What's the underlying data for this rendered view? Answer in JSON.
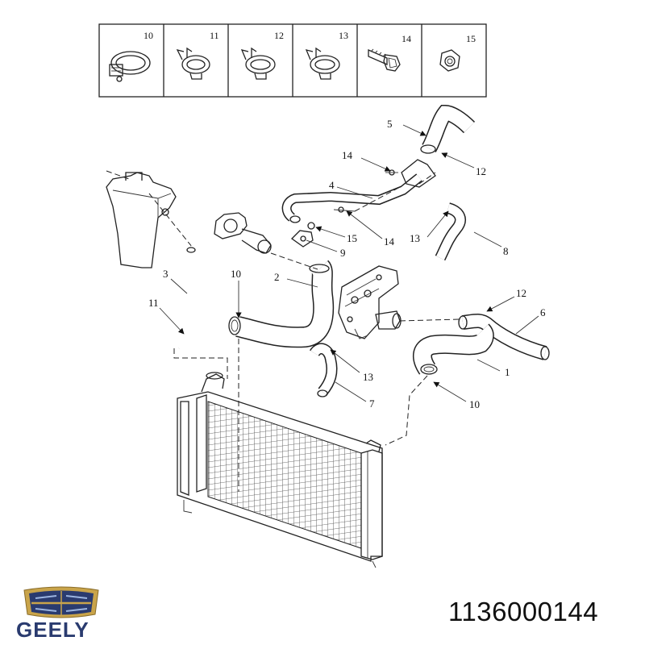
{
  "legend": {
    "cells": [
      {
        "num": "10",
        "icon": "hose-clamp-worm-icon"
      },
      {
        "num": "11",
        "icon": "spring-clamp-icon"
      },
      {
        "num": "12",
        "icon": "spring-clamp-icon"
      },
      {
        "num": "13",
        "icon": "spring-clamp-icon"
      },
      {
        "num": "14",
        "icon": "bolt-icon"
      },
      {
        "num": "15",
        "icon": "nut-icon"
      }
    ]
  },
  "callouts": {
    "c5": "5",
    "c12a": "12",
    "c14a": "14",
    "c4": "4",
    "c15": "15",
    "c14b": "14",
    "c9": "9",
    "c13a": "13",
    "c8": "8",
    "c3": "3",
    "c11": "11",
    "c10a": "10",
    "c2": "2",
    "c12b": "12",
    "c6": "6",
    "c13b": "13",
    "c7": "7",
    "c1": "1",
    "c10b": "10"
  },
  "brand": {
    "name": "GEELY",
    "colors": {
      "emblem_blue": "#2a3b6f",
      "emblem_gold": "#c9a44a"
    }
  },
  "part_number": "1136000144"
}
